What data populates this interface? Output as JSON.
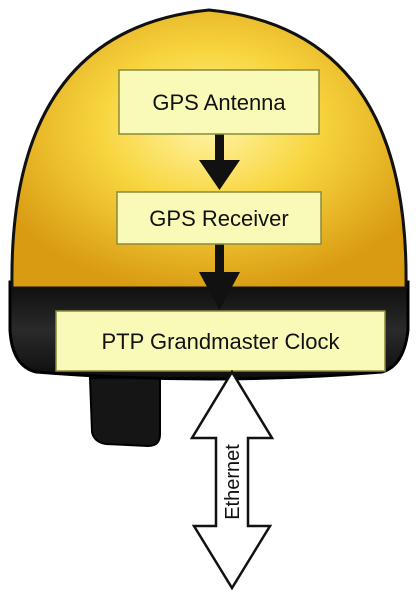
{
  "diagram": {
    "boxes": {
      "antenna": "GPS Antenna",
      "receiver": "GPS Receiver",
      "clock": "PTP Grandmaster Clock"
    },
    "link_label": "Ethernet"
  },
  "colors": {
    "dome_yellow": "#f6cc2e",
    "dome_outline": "#111111",
    "band_black": "#1a1a1a",
    "box_fill": "#fafab8",
    "box_stroke": "#8a8a3a",
    "arrow": "#111111"
  }
}
